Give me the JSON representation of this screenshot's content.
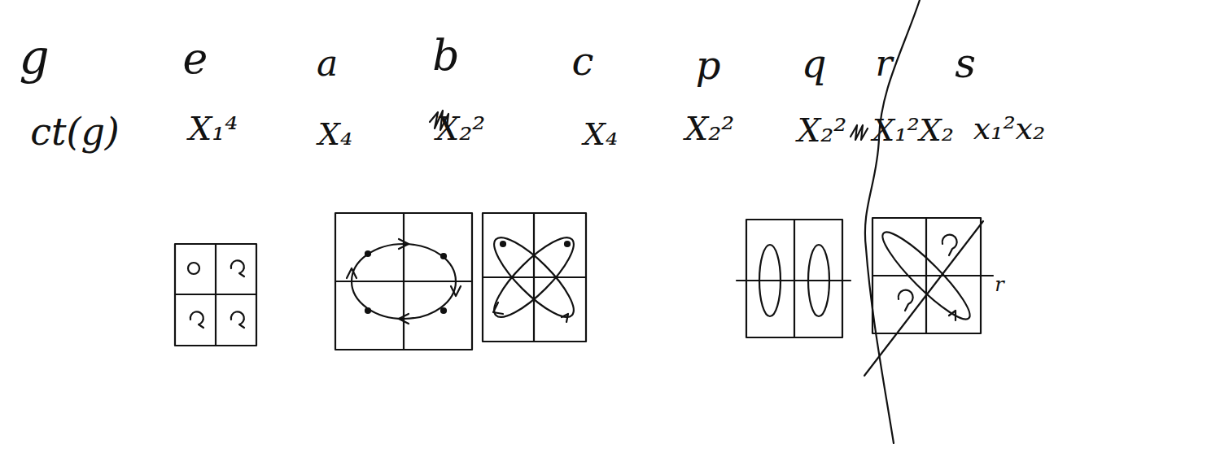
{
  "diagram": {
    "labels": [
      "g",
      "e",
      "a",
      "b",
      "c",
      "p",
      "q",
      "r",
      "s",
      "ct(g)",
      "X₁⁴",
      "X₄",
      "X₂²",
      "X₄",
      "X₂²",
      "X₂²",
      "X₁²X₂",
      "x₁²x₂",
      "r"
    ]
  }
}
